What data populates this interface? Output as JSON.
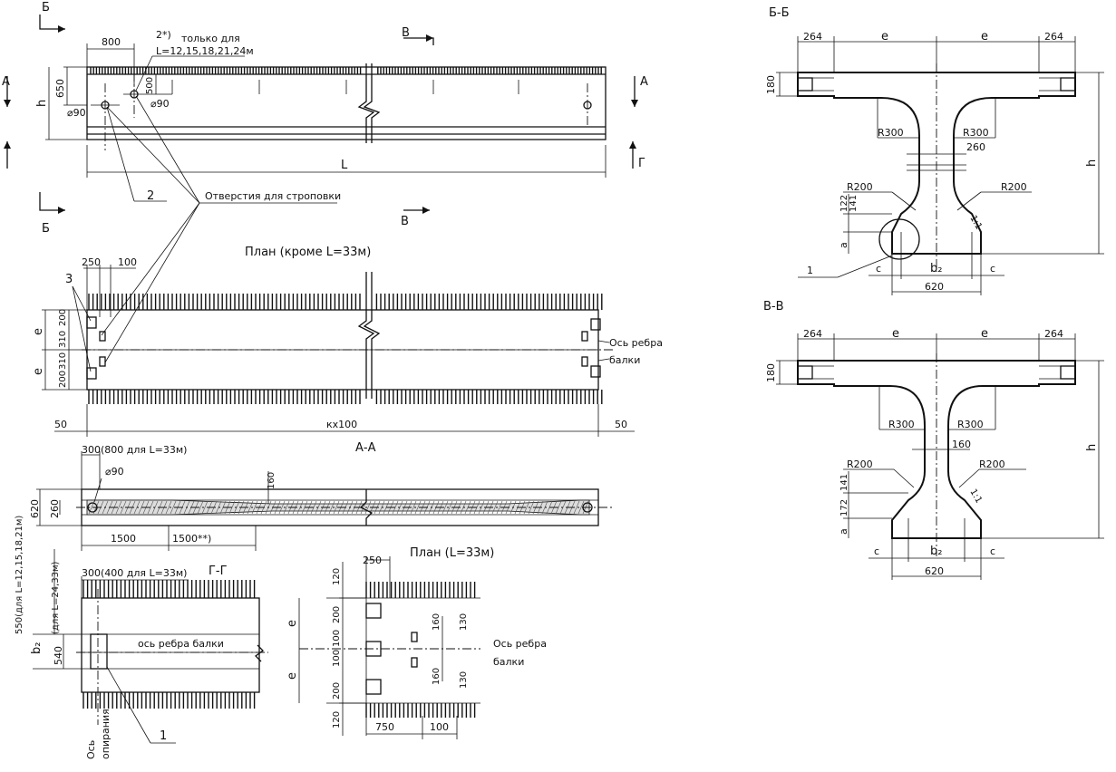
{
  "section_marks": {
    "b_top": "Б",
    "b_bottom": "Б",
    "v_top": "В",
    "v_bottom": "В",
    "a_left": "А",
    "a_right": "А",
    "g_right": "Г"
  },
  "elevation": {
    "dim_800": "800",
    "note_2": "2*)",
    "note_only_for": "только для",
    "note_lengths": "L=12,15,18,21,24м",
    "dim_650": "650",
    "dim_h": "h",
    "dim_500": "500",
    "dia_90_a": "⌀90",
    "dia_90_b": "⌀90",
    "dim_L": "L",
    "callout_2": "2",
    "holes_label": "Отверстия для строповки"
  },
  "plan": {
    "title": "План (кроме L=33м)",
    "dim_250": "250",
    "dim_100": "100",
    "callout_3": "3",
    "dim_e1": "e",
    "dim_200a": "200",
    "dim_310a": "310",
    "dim_310b": "310",
    "dim_200b": "200",
    "dim_e2": "e",
    "axis_label_1": "Ось ребра",
    "axis_label_2": "балки",
    "dim_50_left": "50",
    "dim_kx100": "кx100",
    "dim_50_right": "50"
  },
  "section_aa": {
    "title": "А-А",
    "dim_300": "300(800 для L=33м)",
    "dia_90": "⌀90",
    "dim_160": "160",
    "dim_620": "620",
    "dim_260": "260",
    "dim_1500a": "1500",
    "dim_1500b": "1500**)"
  },
  "section_gg": {
    "title": "Г-Г",
    "dim_300": "300(400 для L=33м)",
    "dim_550": "550(для L=12,15,18,21м)",
    "dim_540_note": "(для L=24,33м)",
    "dim_b2": "b₂",
    "dim_540": "540",
    "axis_label": "ось ребра балки",
    "support_axis_1": "Ось",
    "support_axis_2": "опирания",
    "callout_1": "1"
  },
  "plan_33": {
    "title": "План (L=33м)",
    "dim_250": "250",
    "dim_120a": "120",
    "dim_200a": "200",
    "dim_100a": "100",
    "dim_100b": "100",
    "dim_200b": "200",
    "dim_120b": "120",
    "dim_e1": "e",
    "dim_e2": "e",
    "dim_160a": "160",
    "dim_130a": "130",
    "dim_160b": "160",
    "dim_130b": "130",
    "axis_label_1": "Ось ребра",
    "axis_label_2": "балки",
    "dim_750": "750",
    "dim_100c": "100"
  },
  "section_bb": {
    "title": "Б-Б",
    "dim_264_left": "264",
    "dim_e_left": "e",
    "dim_e_right": "e",
    "dim_264_right": "264",
    "dim_180": "180",
    "r300_left": "R300",
    "r300_right": "R300",
    "dim_260": "260",
    "dim_h": "h",
    "r200_left": "R200",
    "r200_right": "R200",
    "dim_122": "122",
    "dim_141": "141",
    "dim_a": "a",
    "slope": "1:1",
    "callout_1": "1",
    "dim_c_left": "c",
    "dim_b2": "b₂",
    "dim_c_right": "c",
    "dim_620": "620"
  },
  "section_vv": {
    "title": "В-В",
    "dim_264_left": "264",
    "dim_e_left": "e",
    "dim_e_right": "e",
    "dim_264_right": "264",
    "dim_180": "180",
    "r300_left": "R300",
    "r300_right": "R300",
    "dim_160": "160",
    "dim_h": "h",
    "r200_left": "R200",
    "r200_right": "R200",
    "dim_172": "172",
    "dim_141": "141",
    "dim_a": "a",
    "slope": "1:1",
    "dim_c_left": "c",
    "dim_b2": "b₂",
    "dim_c_right": "c",
    "dim_620": "620"
  }
}
